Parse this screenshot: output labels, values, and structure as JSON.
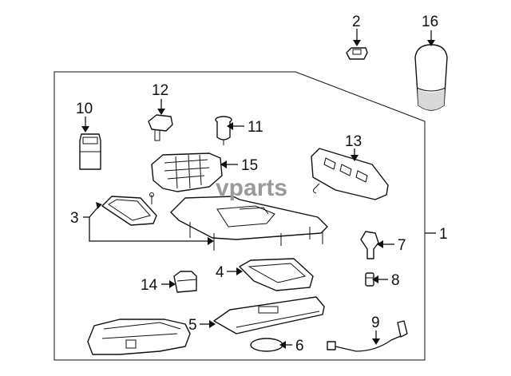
{
  "watermark": "vparts",
  "callouts": {
    "c1": "1",
    "c2": "2",
    "c3": "3",
    "c4": "4",
    "c5": "5",
    "c6": "6",
    "c7": "7",
    "c8": "8",
    "c9": "9",
    "c10": "10",
    "c11": "11",
    "c12": "12",
    "c13": "13",
    "c14": "14",
    "c15": "15",
    "c16": "16"
  },
  "colors": {
    "line": "#111111",
    "watermark": "#9a9a9a",
    "background": "#ffffff"
  }
}
